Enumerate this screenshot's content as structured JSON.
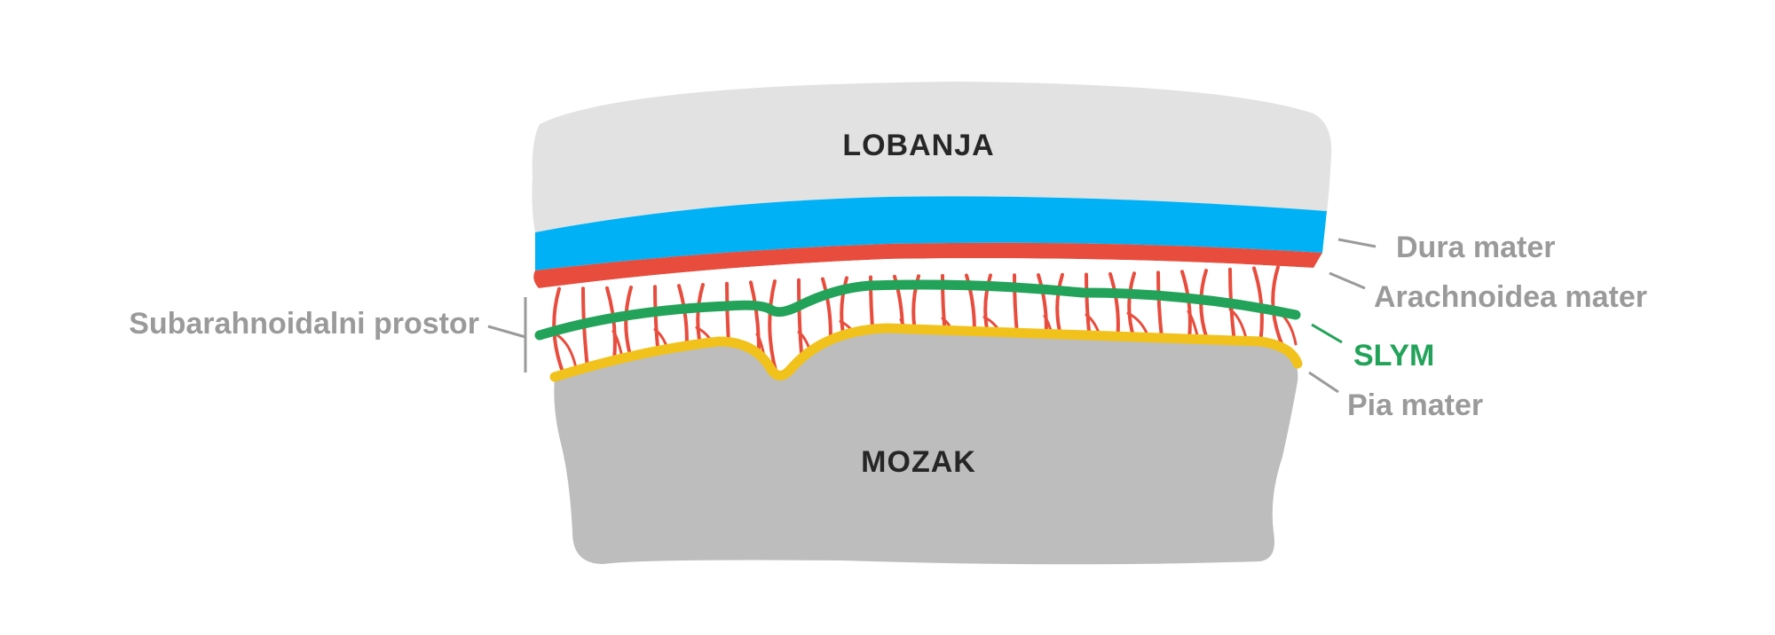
{
  "title": "",
  "labels": {
    "skull": "LOBANJA",
    "brain": "MOZAK",
    "dura": "Dura mater",
    "arachnoid": "Arachnoidea mater",
    "slym": "SLYM",
    "pia": "Pia mater",
    "subarachnoid": "Subarahnoidalni prostor"
  },
  "colors": {
    "skull": "#e2e2e2",
    "brain": "#bdbdbd",
    "dura": "#00b2f5",
    "arachnoid": "#e84c3d",
    "slym": "#23a35a",
    "pia": "#f1c21b",
    "label_grey": "#9a9a9a",
    "label_dark": "#262626"
  }
}
